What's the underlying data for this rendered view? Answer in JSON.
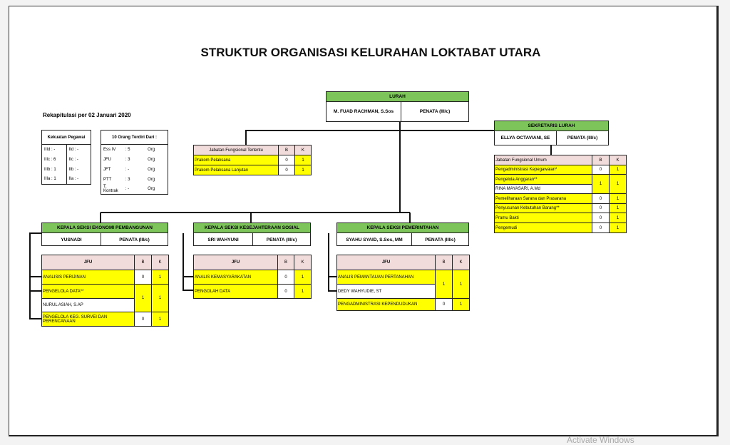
{
  "title": "STRUKTUR ORGANISASI KELURAHAN LOKTABAT UTARA",
  "rekap": "Rekapitulasi per 02 Januari 2020",
  "kekuatan": {
    "header": "Kekuatan Pegawai",
    "rows": [
      [
        "IIId : -",
        "IId : -"
      ],
      [
        "IIIc : 6",
        "IIc : -"
      ],
      [
        "IIIb : 1",
        "IIb : -"
      ],
      [
        "IIIa : 1",
        "IIa : -"
      ]
    ]
  },
  "terdiri": {
    "header": "10 Orang Terdiri Dari :",
    "rows": [
      [
        "Ess IV",
        ": 5",
        "Org"
      ],
      [
        "JFU",
        ": 3",
        "Org"
      ],
      [
        "JFT",
        ": -",
        "Org"
      ],
      [
        "PTT",
        ": 3",
        "Org"
      ],
      [
        "T. Kontrak",
        ": -",
        "Org"
      ]
    ]
  },
  "lurah": {
    "title": "LURAH",
    "name": "M. FUAD RACHMAN, S.Sos",
    "rank": "PENATA (III/c)"
  },
  "sekretaris": {
    "title": "SEKRETARIS LURAH",
    "name": "ELLYA OCTAVIANI, SE",
    "rank": "PENATA (III/c)"
  },
  "jft": {
    "header": "Jabatan Fungsional Tertentu",
    "b": "B",
    "k": "K",
    "rows": [
      [
        "Prakom Pelaksana",
        "0",
        "1"
      ],
      [
        "Prakom Pelaksana Lanjutan",
        "0",
        "1"
      ]
    ]
  },
  "jfu_umum": {
    "header": "Jabatan Fungsional Umum",
    "b": "B",
    "k": "K",
    "r1": [
      "Pengadministrasi Kepegawaian*",
      "0",
      "1"
    ],
    "r2": [
      "Pengelola Anggaran**",
      "1",
      "1"
    ],
    "r2_person": "RINA MAYASARI, A.Md",
    "rest": [
      [
        "Pemeliharaan Sarana dan Prasarana",
        "0",
        "1"
      ],
      [
        "Penyusunan Kebutuhan Barang**",
        "0",
        "1"
      ],
      [
        "Pramu Bakti",
        "0",
        "1"
      ],
      [
        "Pengemudi",
        "0",
        "1"
      ]
    ]
  },
  "ekonomi": {
    "title": "KEPALA SEKSI EKONOMI PEMBANGUNAN",
    "name": "YUSNADI",
    "rank": "PENATA (III/c)",
    "jfu": "JFU",
    "b": "B",
    "k": "K",
    "r1": [
      "ANALISIS PERIJINAN",
      "0",
      "1"
    ],
    "r2": [
      "PENGELOLA DATA**",
      "1",
      "1"
    ],
    "r2_person": "NURUL ASIAH, S.AP",
    "r3": [
      "PENGELOLA KEG. SURVEI DAN PERENCANAAN",
      "0",
      "1"
    ]
  },
  "kesos": {
    "title": "KEPALA SEKSI KESEJAHTERAAN SOSIAL",
    "name": "SRI WAHYUNI",
    "rank": "PENATA (III/c)",
    "jfu": "JFU",
    "b": "B",
    "k": "K",
    "r1": [
      "ANALIS KEMASYARAKATAN",
      "0",
      "1"
    ],
    "r2": [
      "PENGOLAH DATA",
      "0",
      "1"
    ]
  },
  "pemerintahan": {
    "title": "KEPALA SEKSI PEMERINTAHAN",
    "name": "SYAHU SYAID, S.Sos, MM",
    "rank": "PENATA (III/c)",
    "jfu": "JFU",
    "b": "B",
    "k": "K",
    "r1": [
      "ANALIS PEMANTAUAN PERTANAHAN",
      "1",
      "1"
    ],
    "r1_person": "DEDY WAHYUDIE, ST",
    "r2": [
      "PENGADMINISTRASI KEPENDUDUKAN",
      "0",
      "1"
    ]
  },
  "watermark": "Activate Windows"
}
